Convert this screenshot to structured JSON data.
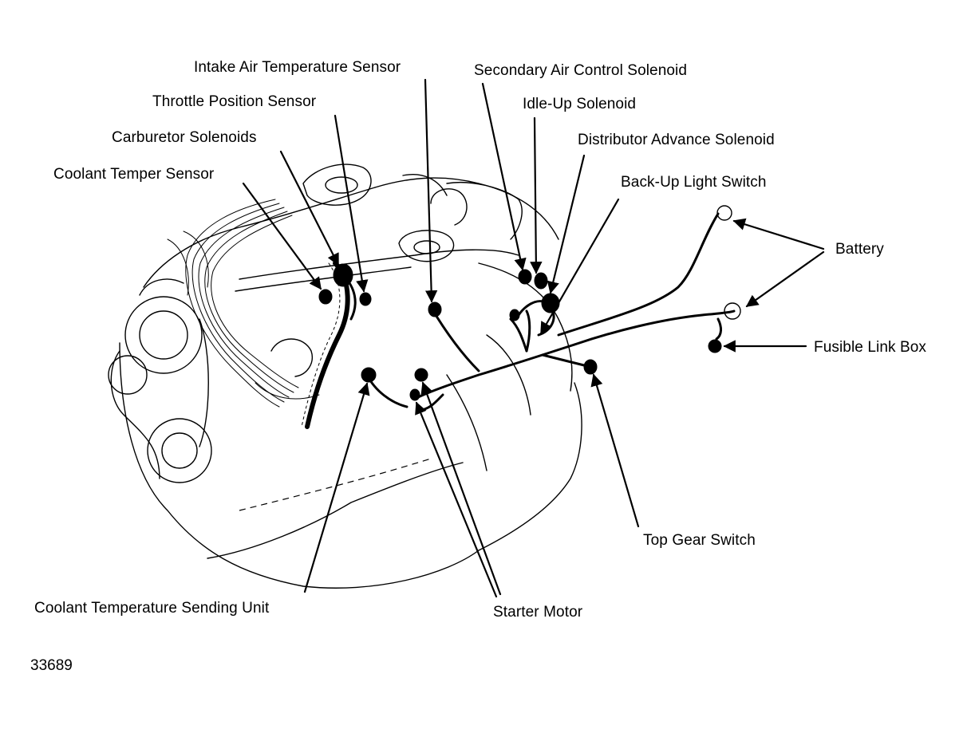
{
  "labels": {
    "intake_air_temp_sensor": "Intake Air Temperature Sensor",
    "secondary_air_control_solenoid": "Secondary Air Control Solenoid",
    "throttle_position_sensor": "Throttle Position Sensor",
    "idle_up_solenoid": "Idle-Up Solenoid",
    "carburetor_solenoids": "Carburetor Solenoids",
    "distributor_advance_solenoid": "Distributor Advance Solenoid",
    "coolant_temper_sensor": "Coolant Temper Sensor",
    "back_up_light_switch": "Back-Up Light Switch",
    "battery": "Battery",
    "fusible_link_box": "Fusible Link Box",
    "top_gear_switch": "Top Gear Switch",
    "coolant_temp_sending_unit": "Coolant Temperature Sending Unit",
    "starter_motor": "Starter Motor"
  },
  "figure_number": "33689",
  "colors": {
    "ink": "#000000",
    "background": "#ffffff"
  }
}
